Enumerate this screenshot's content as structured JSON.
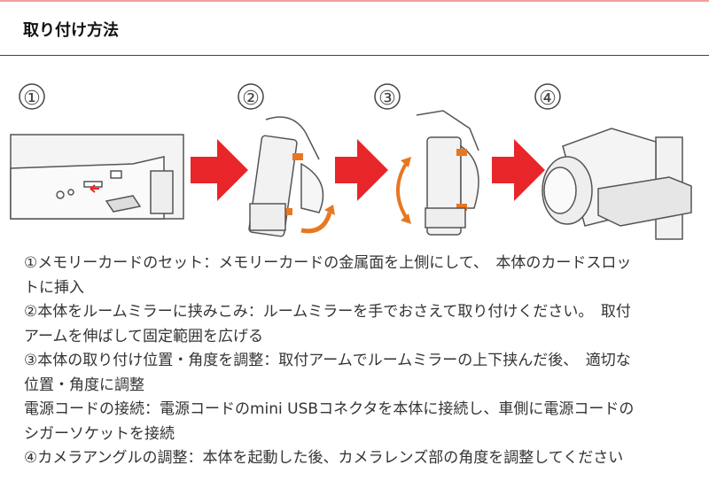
{
  "header": {
    "title": "取り付け方法"
  },
  "steps": [
    {
      "number": "①"
    },
    {
      "number": "②"
    },
    {
      "number": "③"
    },
    {
      "number": "④"
    }
  ],
  "instructions": {
    "lines": [
      "①メモリーカードのセット：メモリーカードの金属面を上側にして、　本体のカードスロッ",
      "トに挿入",
      "②本体をルームミラーに挟みこみ：ルームミラーを手でおさえて取り付けください。　取付",
      "アームを伸ばして固定範囲を広げる",
      "③本体の取り付け位置・角度を調整：取付アームでルームミラーの上下挟んだ後、　適切な",
      "位置・角度に調整",
      "電源コードの接続：電源コードのmini USBコネクタを本体に接続し、車側に電源コードの",
      "シガーソケットを接続",
      "④カメラアングルの調整：本体を起動した後、カメラレンズ部の角度を調整してください"
    ]
  },
  "colors": {
    "arrow": "#e8262a",
    "rotate_arrow": "#e87722",
    "topline": "#f0a0a0"
  }
}
